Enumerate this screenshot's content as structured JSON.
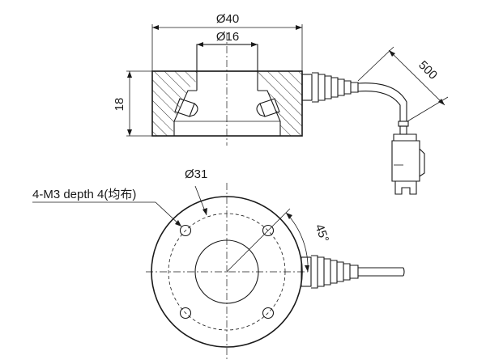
{
  "dimensions": {
    "outer_diameter": "Ø40",
    "inner_diameter": "Ø16",
    "height": "18",
    "cable_length": "500",
    "bolt_circle": "Ø31",
    "angle": "45°"
  },
  "notes": {
    "mounting_holes": "4-M3 depth 4(均布)"
  }
}
